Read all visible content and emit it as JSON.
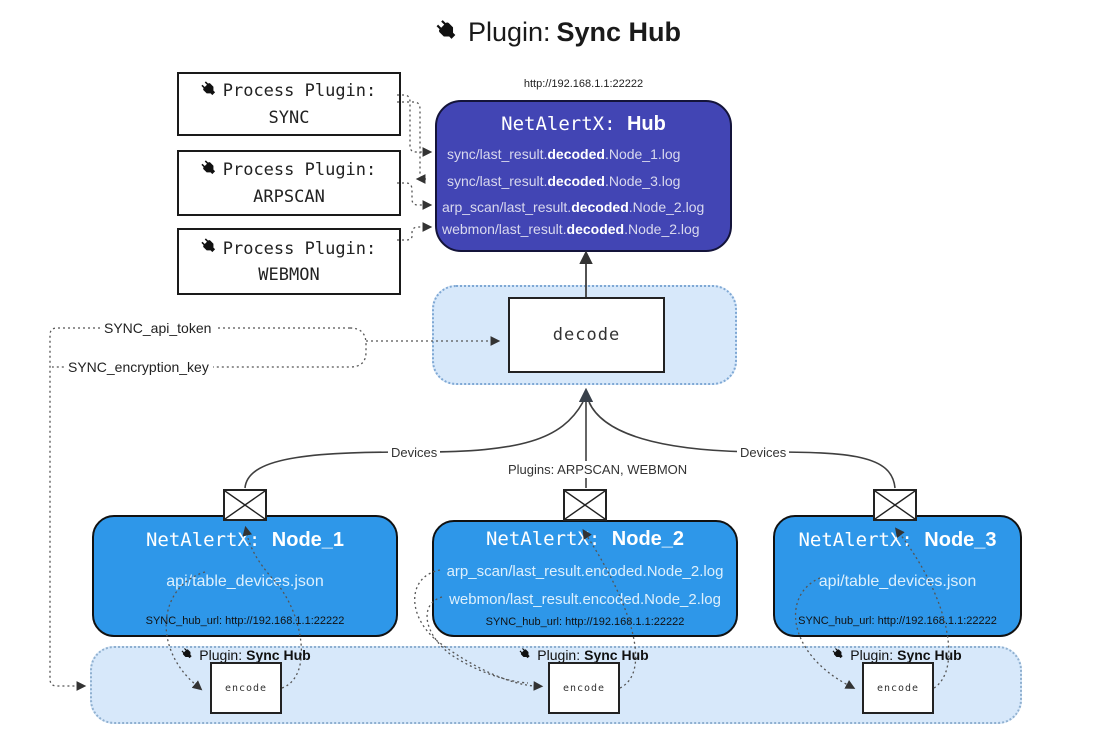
{
  "title": {
    "prefix": "Plugin: ",
    "name": "Sync Hub"
  },
  "hub": {
    "url": "http://192.168.1.1:22222",
    "title_prefix": "NetAlertX: ",
    "title_name": "Hub",
    "logs": [
      {
        "pre": "sync/last_result.",
        "bold": "decoded",
        "post": ".Node_1.log"
      },
      {
        "pre": "sync/last_result.",
        "bold": "decoded",
        "post": ".Node_3.log"
      },
      {
        "pre": "arp_scan/last_result.",
        "bold": "decoded",
        "post": ".Node_2.log"
      },
      {
        "pre": "webmon/last_result.",
        "bold": "decoded",
        "post": ".Node_2.log"
      }
    ]
  },
  "process_plugins": [
    {
      "label": "Process Plugin:",
      "name": "SYNC"
    },
    {
      "label": "Process Plugin:",
      "name": "ARPSCAN"
    },
    {
      "label": "Process Plugin:",
      "name": "WEBMON"
    }
  ],
  "decode": {
    "label": "decode"
  },
  "keys": {
    "api_token": "SYNC_api_token",
    "encryption_key": "SYNC_encryption_key"
  },
  "edges": {
    "devices_left": "Devices",
    "devices_right": "Devices",
    "plugins": "Plugins: ARPSCAN, WEBMON"
  },
  "nodes": [
    {
      "title_prefix": "NetAlertX: ",
      "title_name": "Node_1",
      "files": [
        "api/table_devices.json"
      ],
      "hub_url": "SYNC_hub_url: http://192.168.1.1:22222"
    },
    {
      "title_prefix": "NetAlertX: ",
      "title_name": "Node_2",
      "files": [
        "arp_scan/last_result.encoded.Node_2.log",
        "webmon/last_result.encoded.Node_2.log"
      ],
      "hub_url": "SYNC_hub_url: http://192.168.1.1:22222"
    },
    {
      "title_prefix": "NetAlertX: ",
      "title_name": "Node_3",
      "files": [
        "api/table_devices.json"
      ],
      "hub_url": "SYNC_hub_url: http://192.168.1.1:22222"
    }
  ],
  "encode_sections": [
    {
      "label_prefix": "Plugin: ",
      "label_name": "Sync Hub",
      "box_label": "encode"
    },
    {
      "label_prefix": "Plugin: ",
      "label_name": "Sync Hub",
      "box_label": "encode"
    },
    {
      "label_prefix": "Plugin: ",
      "label_name": "Sync Hub",
      "box_label": "encode"
    }
  ],
  "colors": {
    "hub": "#4245b4",
    "node": "#2e97e9",
    "panel": "#d7e8fa",
    "panel_border": "#7fa8d4",
    "wire": "#555555"
  }
}
